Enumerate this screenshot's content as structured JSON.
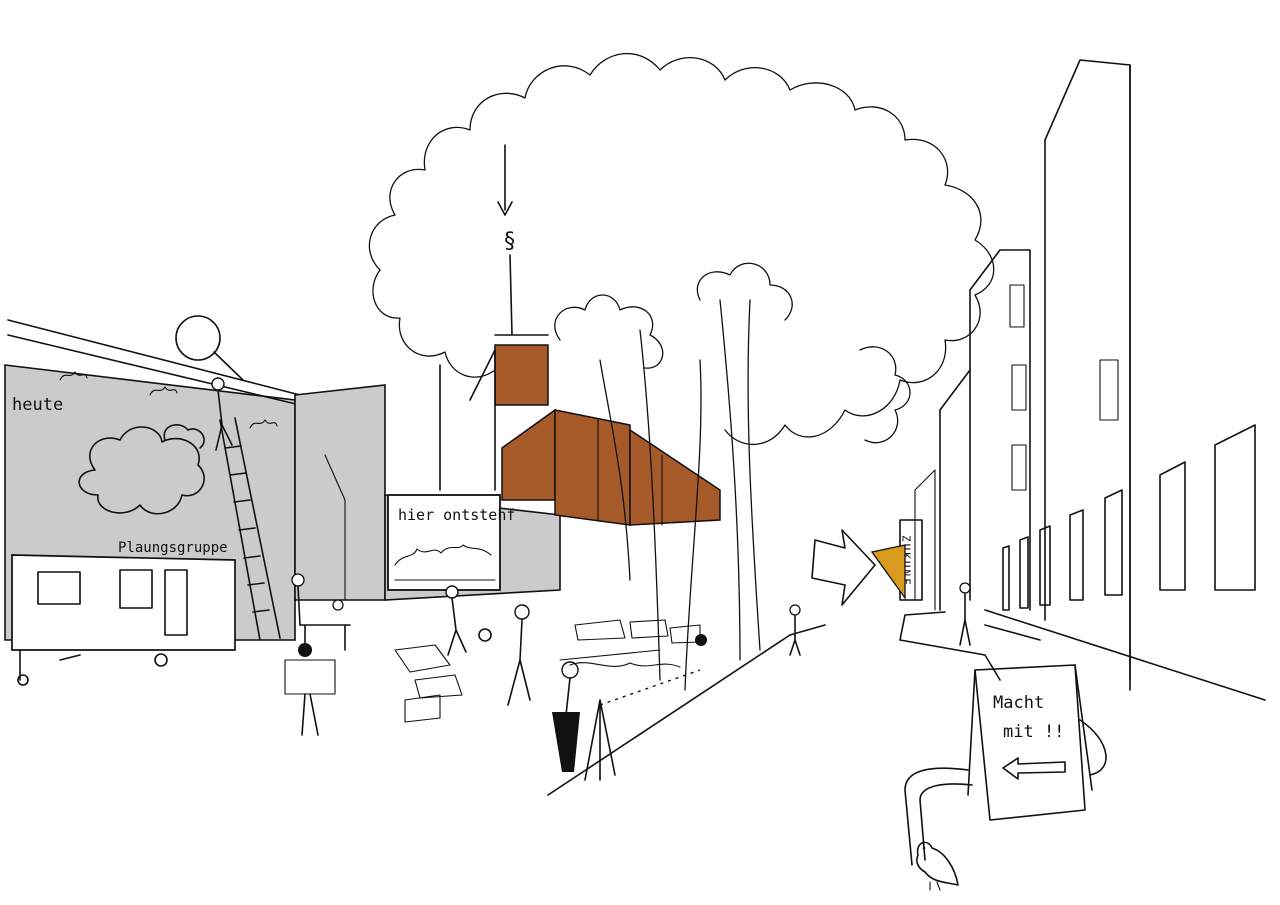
{
  "labels": {
    "heute": "heute",
    "planning_group": "Plaungsgruppe",
    "hier_entsteht": "hier ontstehf",
    "zukunft": "ZUKUNF",
    "sign_line1": "Macht",
    "sign_line2": "mit !!"
  },
  "colors": {
    "wall_gray": "#cbcbcb",
    "rust": "#a65a2a",
    "ochre": "#d89b1e",
    "ink": "#111111",
    "paper": "#ffffff"
  },
  "icons": {
    "magnifier": "magnifier-icon",
    "crane_hook": "crane-hook-icon",
    "down_arrow": "down-arrow-icon",
    "left_arrow": "left-arrow-icon",
    "bird": "bird-icon"
  }
}
